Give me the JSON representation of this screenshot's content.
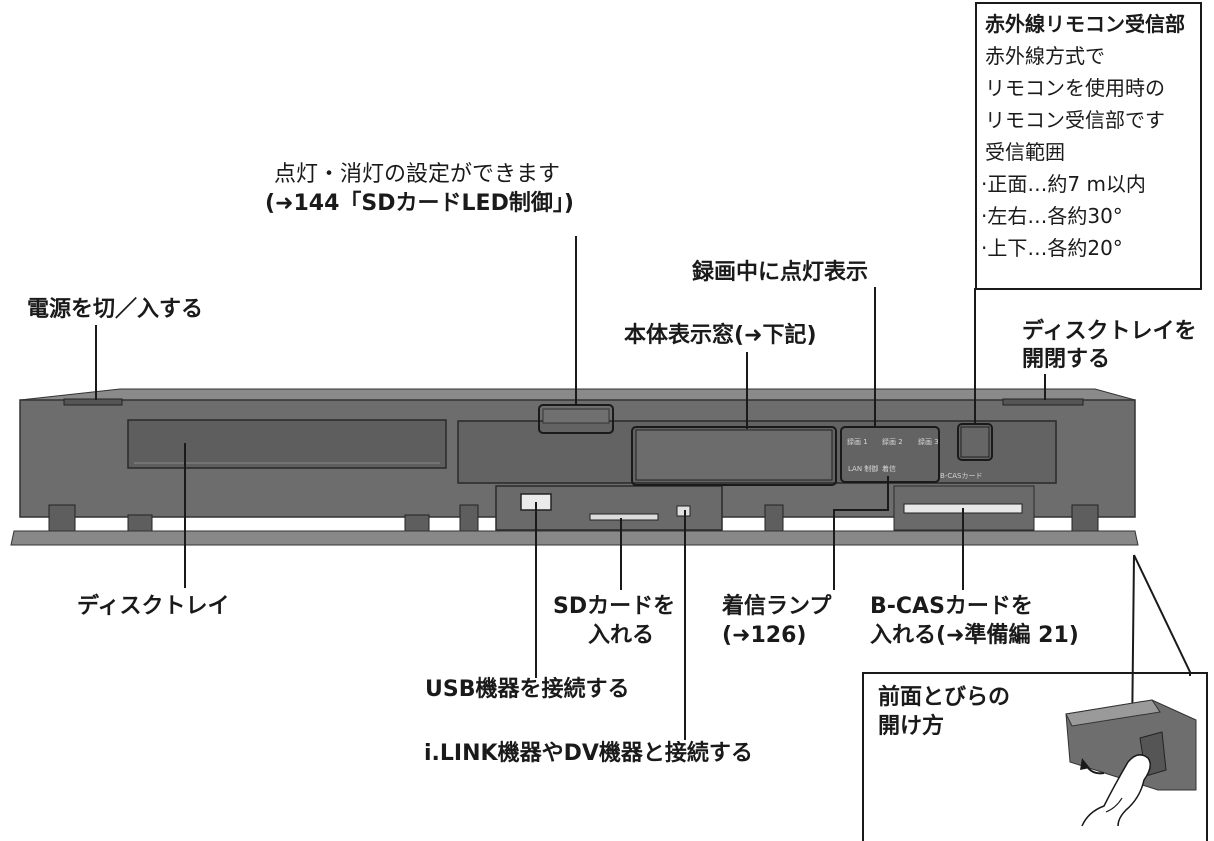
{
  "labels": {
    "power": "電源を切／入する",
    "led_line1": "点灯・消灯の設定ができます",
    "led_line2": "(➜144「SDカードLED制御」)",
    "rec_lamp": "録画中に点灯表示",
    "display_window": "本体表示窓(➜下記)",
    "tray_open_1": "ディスクトレイを",
    "tray_open_2": "開閉する",
    "disc_tray": "ディスクトレイ",
    "sd_1": "SDカードを",
    "sd_2": "入れる",
    "usb": "USB機器を接続する",
    "ilink": "i.LINK機器やDV機器と接続する",
    "incoming_1": "着信ランプ",
    "incoming_2": "(➜126)",
    "bcas_1": "B-CASカードを",
    "bcas_2": "入れる(➜準備編 21)"
  },
  "ir_box": {
    "title": "赤外線リモコン受信部",
    "lines": [
      "赤外線方式で",
      "リモコンを使用時の",
      "リモコン受信部です",
      "受信範囲",
      "·正面…約7 m以内",
      "·左右…各約30°",
      "·上下…各約20°"
    ]
  },
  "front_door_box": {
    "title_1": "前面とびらの",
    "title_2": "開け方"
  },
  "panel_text": {
    "rec1": "録画 1",
    "rec2": "録画 2",
    "rec3": "録画 3",
    "lan": "LAN 制御",
    "incoming": "着信",
    "bcas": "B-CASカード"
  },
  "colors": {
    "body": "#6b6b6b",
    "body_dark": "#4a4a4a",
    "body_light": "#8a8a8a",
    "line": "#1a1a1a"
  }
}
